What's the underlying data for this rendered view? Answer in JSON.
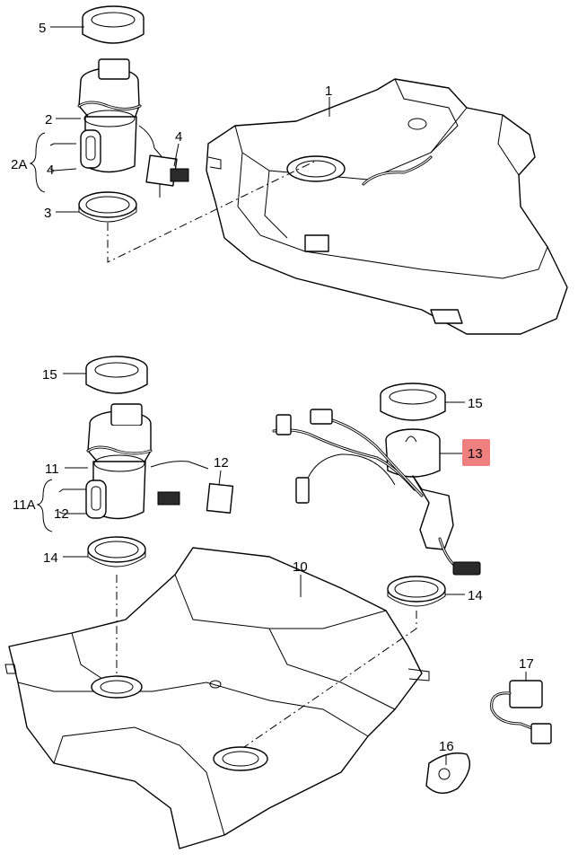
{
  "diagram": {
    "callouts": {
      "c1": "1",
      "c2": "2",
      "c2a": "2A",
      "c2a_sub": "4",
      "c3": "3",
      "c4": "4",
      "c5": "5",
      "c10": "10",
      "c11": "11",
      "c11a": "11A",
      "c11a_sub": "12",
      "c12": "12",
      "c13": "13",
      "c14_left": "14",
      "c14_right": "14",
      "c15_left": "15",
      "c15_right": "15",
      "c16": "16",
      "c17": "17"
    },
    "highlight_color": "#f08080",
    "line_color": "#000000",
    "background_color": "#ffffff"
  }
}
